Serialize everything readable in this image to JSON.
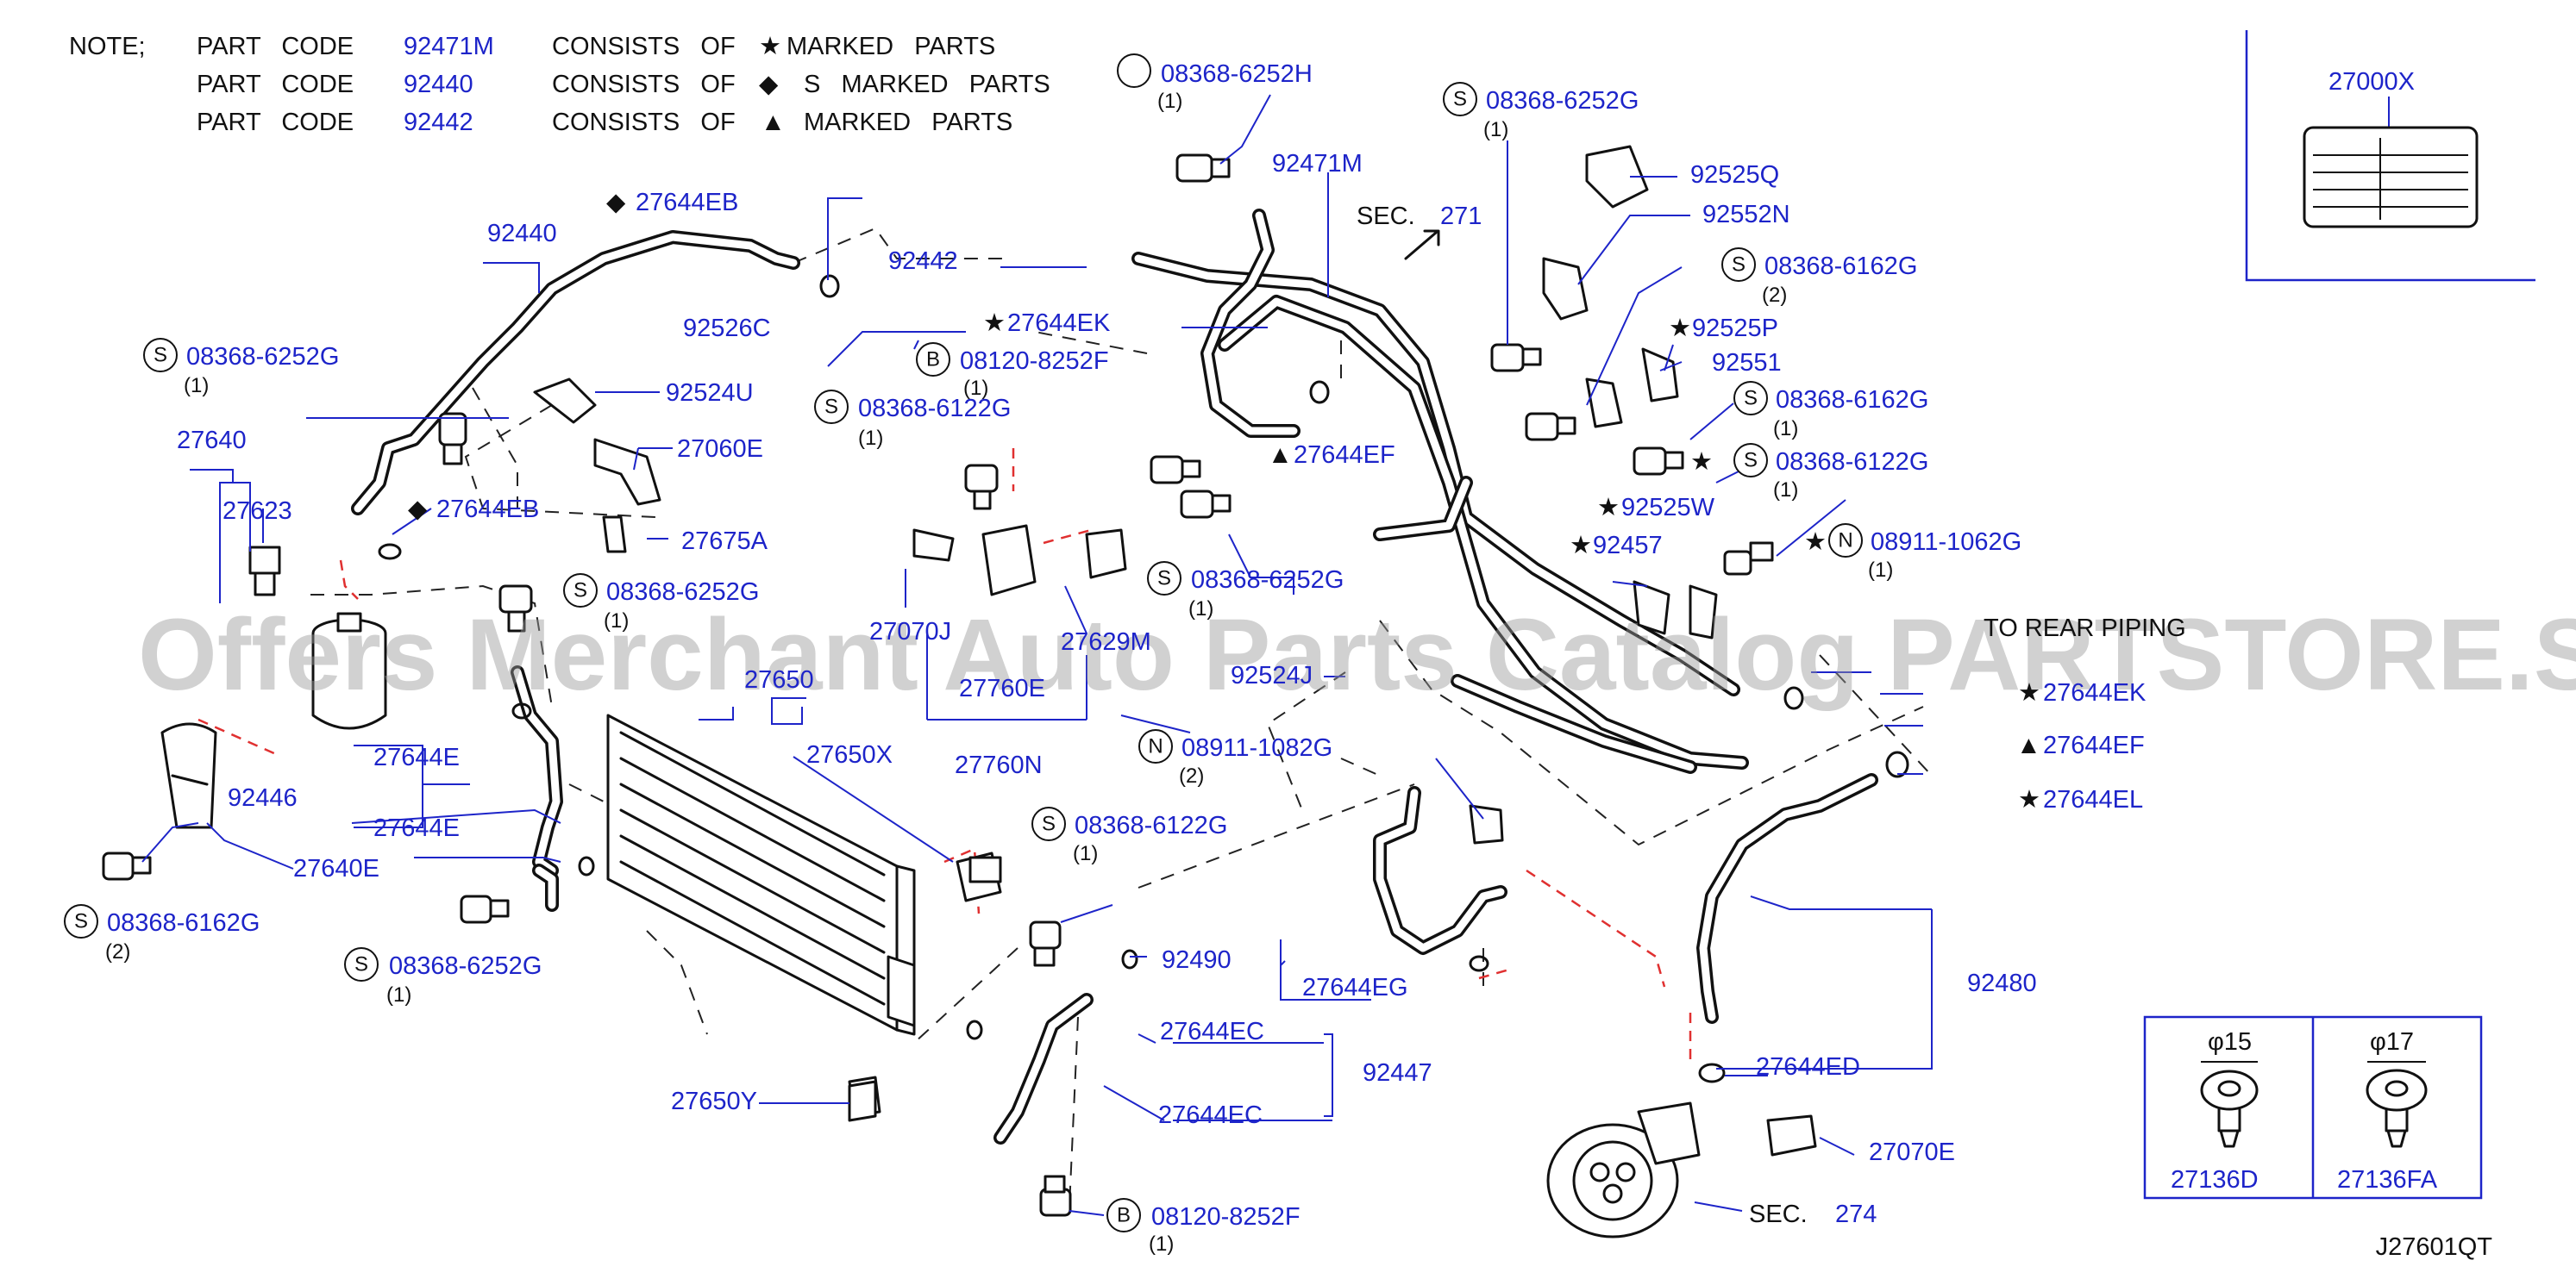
{
  "notes": [
    {
      "prefix": "NOTE;",
      "text": "PART   CODE",
      "code": "92471M",
      "consists": "CONSISTS   OF",
      "marker": "★",
      "suffix": "MARKED   PARTS"
    },
    {
      "prefix": "",
      "text": "PART   CODE",
      "code": "92440",
      "consists": "CONSISTS   OF",
      "marker": "◆",
      "suffix": "S   MARKED   PARTS"
    },
    {
      "prefix": "",
      "text": "PART   CODE",
      "code": "92442",
      "consists": "CONSISTS   OF",
      "marker": "▲",
      "suffix": "MARKED   PARTS"
    }
  ],
  "callouts": [
    {
      "id": "c1",
      "circle": "",
      "label": "08368-6252H",
      "qty": "(1)"
    },
    {
      "id": "c2",
      "label": "92471M"
    },
    {
      "id": "c3",
      "circle": "S",
      "label": "08368-6252G",
      "qty": "(1)"
    },
    {
      "id": "c4",
      "label": "92525Q"
    },
    {
      "id": "c5",
      "label": "92552N"
    },
    {
      "id": "c6",
      "circle": "S",
      "label": "08368-6162G",
      "qty": "(2)"
    },
    {
      "id": "c7",
      "marker": "★",
      "label": "92525P"
    },
    {
      "id": "c8",
      "label": "92551"
    },
    {
      "id": "c9",
      "circle": "S",
      "label": "08368-6162G",
      "qty": "(1)"
    },
    {
      "id": "c10",
      "marker": "★",
      "circle": "S",
      "label": "08368-6122G",
      "qty": "(1)"
    },
    {
      "id": "c11",
      "marker": "★",
      "label": "92525W"
    },
    {
      "id": "c12",
      "marker": "★",
      "label": "92457"
    },
    {
      "id": "c13",
      "marker": "★",
      "circle": "N",
      "label": "08911-1062G",
      "qty": "(1)"
    },
    {
      "id": "c14",
      "marker": "◆",
      "label": "27644EB"
    },
    {
      "id": "c15",
      "label": "92440"
    },
    {
      "id": "c16",
      "label": "92442"
    },
    {
      "id": "c17",
      "marker": "★",
      "label": "27644EK"
    },
    {
      "id": "c18",
      "circle": "B",
      "label": "08120-8252F",
      "qty": "(1)"
    },
    {
      "id": "c19",
      "label": "92526C"
    },
    {
      "id": "c20",
      "circle": "S",
      "label": "08368-6252G",
      "qty": "(1)"
    },
    {
      "id": "c21",
      "label": "92524U"
    },
    {
      "id": "c22",
      "label": "27640"
    },
    {
      "id": "c23",
      "label": "27060E"
    },
    {
      "id": "c24",
      "label": "27623"
    },
    {
      "id": "c25",
      "marker": "◆",
      "label": "27644EB"
    },
    {
      "id": "c26",
      "label": "27675A"
    },
    {
      "id": "c27",
      "circle": "S",
      "label": "08368-6122G",
      "qty": "(1)"
    },
    {
      "id": "c28",
      "marker": "▲",
      "label": "27644EF"
    },
    {
      "id": "c29",
      "circle": "S",
      "label": "08368-6252G",
      "qty": "(1)"
    },
    {
      "id": "c30",
      "circle": "S",
      "label": "08368-6252G",
      "qty": "(1)"
    },
    {
      "id": "c31",
      "label": "27070J"
    },
    {
      "id": "c32",
      "label": "27629M"
    },
    {
      "id": "c33",
      "label": "27760E"
    },
    {
      "id": "c34",
      "label": "27760N"
    },
    {
      "id": "c35",
      "label": "27650"
    },
    {
      "id": "c36",
      "label": "27650X"
    },
    {
      "id": "c37",
      "label": "92524J"
    },
    {
      "id": "c38",
      "circle": "N",
      "label": "08911-1082G",
      "qty": "(2)"
    },
    {
      "id": "c39",
      "marker": "★",
      "label": "27644EK"
    },
    {
      "id": "c40",
      "marker": "▲",
      "label": "27644EF"
    },
    {
      "id": "c41",
      "marker": "★",
      "label": "27644EL"
    },
    {
      "id": "c42",
      "label": "27644E"
    },
    {
      "id": "c43",
      "label": "92446"
    },
    {
      "id": "c44",
      "label": "27644E"
    },
    {
      "id": "c45",
      "label": "27640E"
    },
    {
      "id": "c46",
      "circle": "S",
      "label": "08368-6162G",
      "qty": "(2)"
    },
    {
      "id": "c47",
      "circle": "S",
      "label": "08368-6252G",
      "qty": "(1)"
    },
    {
      "id": "c48",
      "circle": "S",
      "label": "08368-6122G",
      "qty": "(1)"
    },
    {
      "id": "c49",
      "label": "92490"
    },
    {
      "id": "c50",
      "label": "27644EG"
    },
    {
      "id": "c51",
      "label": "92480"
    },
    {
      "id": "c52",
      "label": "27644EC"
    },
    {
      "id": "c53",
      "label": "92447"
    },
    {
      "id": "c54",
      "label": "27644EC"
    },
    {
      "id": "c55",
      "label": "27644ED"
    },
    {
      "id": "c56",
      "label": "27650Y"
    },
    {
      "id": "c57",
      "label": "27070E"
    },
    {
      "id": "c58",
      "circle": "B",
      "label": "08120-8252F",
      "qty": "(1)"
    }
  ],
  "sections": {
    "sec271": {
      "prefix": "SEC.",
      "num": "271"
    },
    "sec274": {
      "prefix": "SEC.",
      "num": "274"
    },
    "rear_piping": "TO REAR PIPING"
  },
  "inset_label": {
    "code": "27000X"
  },
  "clips": [
    {
      "dim": "φ15",
      "code": "27136D"
    },
    {
      "dim": "φ17",
      "code": "27136FA"
    }
  ],
  "watermark": "Offers Merchant Auto Parts Catalog PARTSTORE.SA",
  "diagram_id": "J27601QT",
  "colors": {
    "accent": "#1d24c9",
    "ink": "#111111",
    "guide_red": "#e03030"
  }
}
